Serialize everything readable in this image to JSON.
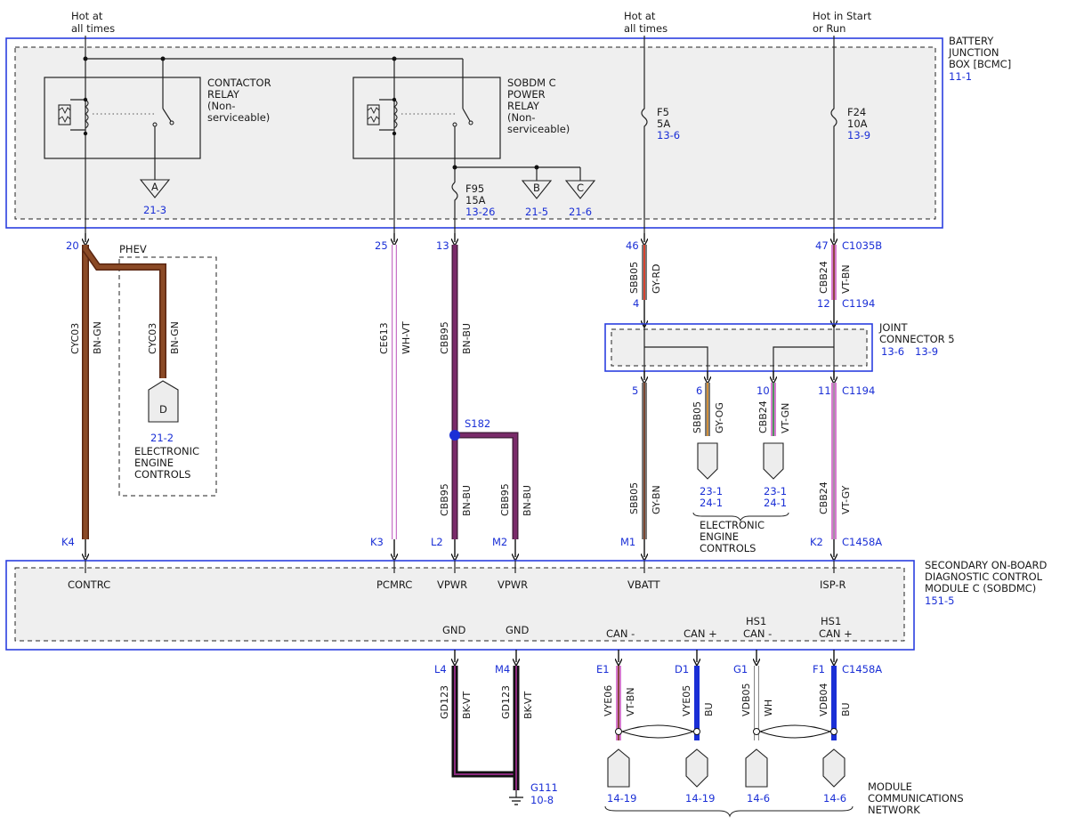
{
  "headers": {
    "hot_all_1": [
      "Hot at",
      "all times"
    ],
    "hot_all_2": [
      "Hot at",
      "all times"
    ],
    "hot_start": [
      "Hot in Start",
      "or Run"
    ]
  },
  "bjb": {
    "label": [
      "BATTERY",
      "JUNCTION",
      "BOX [BCMC]"
    ],
    "ref": "11-1",
    "contactor": [
      "CONTACTOR",
      "RELAY",
      "(Non-",
      "serviceable)"
    ],
    "sobdm_relay": [
      "SOBDM C",
      "POWER",
      "RELAY",
      "(Non-",
      "serviceable)"
    ],
    "fuse_f5": {
      "name": "F5",
      "rating": "5A",
      "ref": "13-6"
    },
    "fuse_f24": {
      "name": "F24",
      "rating": "10A",
      "ref": "13-9"
    },
    "fuse_f95": {
      "name": "F95",
      "rating": "15A",
      "ref": "13-26"
    },
    "conn_a": {
      "letter": "A",
      "ref": "21-3"
    },
    "conn_b": {
      "letter": "B",
      "ref": "21-5"
    },
    "conn_c": {
      "letter": "C",
      "ref": "21-6"
    }
  },
  "pins_top": {
    "p20": "20",
    "p25": "25",
    "p13": "13",
    "p46": "46",
    "p47": "47",
    "c1035b": "C1035B",
    "p4": "4",
    "p12": "12",
    "c1194": "C1194"
  },
  "phev": {
    "label": "PHEV",
    "circuit": "CYC03",
    "color": "BN-GN",
    "conn": "D",
    "ref": "21-2",
    "text": [
      "ELECTRONIC",
      "ENGINE",
      "CONTROLS"
    ]
  },
  "wires": {
    "w1": {
      "circuit": "CYC03",
      "color": "BN-GN"
    },
    "w2": {
      "circuit": "CE613",
      "color": "WH-VT"
    },
    "w3": {
      "circuit": "CBB95",
      "color": "BN-BU"
    },
    "w3b": {
      "circuit": "CBB95",
      "color": "BN-BU"
    },
    "w3c": {
      "circuit": "CBB95",
      "color": "BN-BU"
    },
    "w4": {
      "circuit": "SBB05",
      "color": "GY-RD"
    },
    "w5": {
      "circuit": "CBB24",
      "color": "VT-BN"
    },
    "w6": {
      "circuit": "SBB05",
      "color": "GY-BN"
    },
    "w7": {
      "circuit": "SBB05",
      "color": "GY-OG"
    },
    "w8": {
      "circuit": "CBB24",
      "color": "VT-GN"
    },
    "w9": {
      "circuit": "CBB24",
      "color": "VT-GY"
    }
  },
  "splice": "S182",
  "joint": {
    "label": [
      "JOINT",
      "CONNECTOR 5"
    ],
    "ref1": "13-6",
    "ref2": "13-9",
    "p5": "5",
    "p6": "6",
    "p10": "10",
    "p11": "11",
    "c1194": "C1194"
  },
  "eec2": {
    "ref1a": "23-1",
    "ref1b": "24-1",
    "ref2a": "23-1",
    "ref2b": "24-1",
    "text": [
      "ELECTRONIC",
      "ENGINE",
      "CONTROLS"
    ]
  },
  "sobdmc_pins": {
    "k4": "K4",
    "k3": "K3",
    "l2": "L2",
    "m2": "M2",
    "m1": "M1",
    "k2": "K2",
    "c1458a": "C1458A"
  },
  "sobdmc": {
    "label": [
      "SECONDARY ON-BOARD",
      "DIAGNOSTIC CONTROL",
      "MODULE C (SOBDMC)"
    ],
    "ref": "151-5",
    "sig": {
      "contrc": "CONTRC",
      "pcmrc": "PCMRC",
      "vpwr1": "VPWR",
      "vpwr2": "VPWR",
      "vbatt": "VBATT",
      "ispr": "ISP-R"
    },
    "gnd1": "GND",
    "gnd2": "GND",
    "can_minus": "CAN -",
    "can_plus": "CAN +",
    "hs1_minus": [
      "HS1",
      "CAN -"
    ],
    "hs1_plus": [
      "HS1",
      "CAN +"
    ]
  },
  "bottom_pins": {
    "l4": "L4",
    "m4": "M4",
    "e1": "E1",
    "d1": "D1",
    "g1": "G1",
    "f1": "F1",
    "c1458a": "C1458A"
  },
  "bottom_wires": {
    "g1w": {
      "circuit": "GD123",
      "color": "BK-VT"
    },
    "g2w": {
      "circuit": "GD123",
      "color": "BK-VT"
    },
    "c1": {
      "circuit": "VYE06",
      "color": "VT-BN"
    },
    "c2": {
      "circuit": "VYE05",
      "color": "BU"
    },
    "c3": {
      "circuit": "VDB05",
      "color": "WH"
    },
    "c4": {
      "circuit": "VDB04",
      "color": "BU"
    }
  },
  "ground": {
    "name": "G111",
    "ref": "10-8"
  },
  "mcn": {
    "refs": [
      "14-19",
      "14-19",
      "14-6",
      "14-6"
    ],
    "text": [
      "MODULE",
      "COMMUNICATIONS",
      "NETWORK"
    ]
  },
  "colors": {
    "brown": "#7a3a1e",
    "blue": "#1a2fd6",
    "pink": "#d67ad0",
    "gray": "#777777",
    "black": "#111111"
  }
}
